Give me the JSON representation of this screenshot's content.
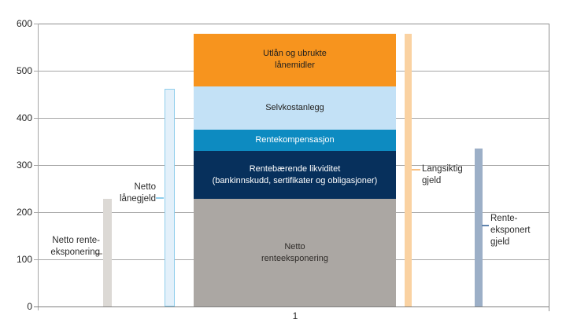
{
  "figure": {
    "background": "#ffffff",
    "xtick_label": "1"
  },
  "axes": {
    "yticks": [
      600,
      500,
      400,
      300,
      200,
      100,
      0
    ],
    "ylim": [
      0,
      600
    ],
    "grid": true,
    "xtick_label": "1",
    "axis_color": "#7f7f7f",
    "gridline_color": "#a6a6a6",
    "frame_color": "#8f8f8f"
  },
  "chart_data": {
    "type": "bar",
    "categories": [
      "1"
    ],
    "ylim": [
      0,
      600
    ],
    "grid": true,
    "title": "",
    "xlabel": "",
    "ylabel": "",
    "thin_bars": [
      {
        "id": "netto-renteeksponering",
        "label_lines": [
          "Netto rente-",
          "eksponering"
        ],
        "value": 228,
        "fill": "#dcd9d5",
        "leader_color": "#b3afab"
      },
      {
        "id": "netto-lanegjeld",
        "label_lines": [
          "Netto",
          "lånegjeld"
        ],
        "value": 462,
        "fill": "#e3f0fa",
        "border": "#8fceec",
        "leader_color": "#8fceec"
      },
      {
        "id": "langsiktig-gjeld",
        "label_lines": [
          "Langsiktig",
          "gjeld"
        ],
        "value": 578,
        "fill": "#fad2a2",
        "leader_color": "#f9c083"
      },
      {
        "id": "renteeksponert-gjeld",
        "label_lines": [
          "Rente-",
          "eksponert",
          "gjeld"
        ],
        "value": 335,
        "fill": "#9cafc7",
        "leader_color": "#5f83ad"
      }
    ],
    "stacked_bar": {
      "category": "1",
      "total": 578,
      "segments_bottom_up": [
        {
          "label_lines": [
            "Netto",
            "renteeksponering"
          ],
          "value": 228,
          "fill": "#aba7a3",
          "text_color": "#2e2b28"
        },
        {
          "label_lines": [
            "Rentebærende likviditet",
            "(bankinnskudd, sertifikater og obligasjoner)"
          ],
          "value": 102,
          "fill": "#07305c",
          "text_color": "#ffffff"
        },
        {
          "label_lines": [
            "Rentekompensasjon"
          ],
          "value": 45,
          "fill": "#0d8bc1",
          "text_color": "#ffffff"
        },
        {
          "label_lines": [
            "Selvkostanlegg"
          ],
          "value": 92,
          "fill": "#c3e1f6",
          "text_color": "#22201e"
        },
        {
          "label_lines": [
            "Utlån og ubrukte",
            "lånemidler"
          ],
          "value": 111,
          "fill": "#f7941e",
          "text_color": "#22201e"
        }
      ]
    }
  }
}
